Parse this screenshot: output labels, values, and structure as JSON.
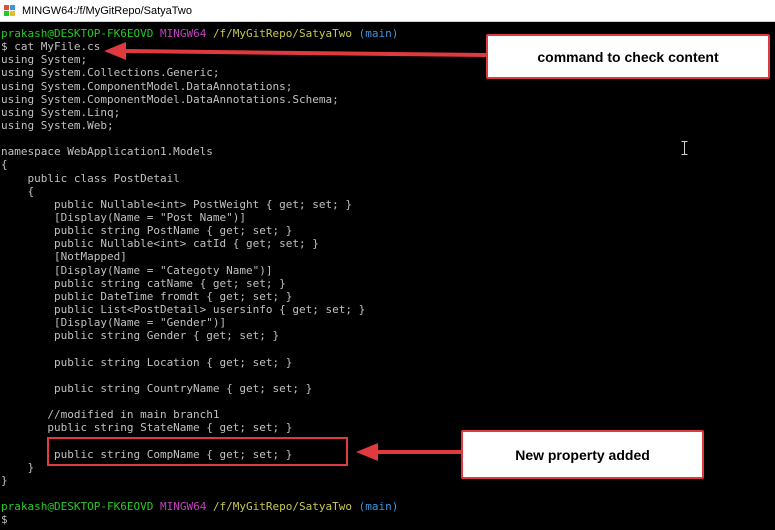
{
  "window": {
    "title": "MINGW64:/f/MyGitRepo/SatyaTwo"
  },
  "colors": {
    "prompt_user": "#26c926",
    "prompt_system": "#c040c0",
    "prompt_path": "#c8c850",
    "prompt_branch": "#3a96dd",
    "annotation": "#e0393e"
  },
  "prompt": {
    "user_host": "prakash@DESKTOP-FK6EOVD",
    "system": "MINGW64",
    "path": "/f/MyGitRepo/SatyaTwo",
    "branch": "(main)",
    "symbol": "$"
  },
  "command": "$ cat MyFile.cs",
  "output": [
    "using System;",
    "using System.Collections.Generic;",
    "using System.ComponentModel.DataAnnotations;",
    "using System.ComponentModel.DataAnnotations.Schema;",
    "using System.Linq;",
    "using System.Web;",
    "",
    "namespace WebApplication1.Models",
    "{",
    "    public class PostDetail",
    "    {",
    "        public Nullable<int> PostWeight { get; set; }",
    "        [Display(Name = \"Post Name\")]",
    "        public string PostName { get; set; }",
    "        public Nullable<int> catId { get; set; }",
    "        [NotMapped]",
    "        [Display(Name = \"Categoty Name\")]",
    "        public string catName { get; set; }",
    "        public DateTime fromdt { get; set; }",
    "        public List<PostDetail> usersinfo { get; set; }",
    "        [Display(Name = \"Gender\")]",
    "        public string Gender { get; set; }",
    "",
    "        public string Location { get; set; }",
    "",
    "        public string CountryName { get; set; }",
    "",
    "       //modified in main branch1",
    "       public string StateName { get; set; }",
    "",
    "        public string CompName { get; set; }",
    "    }",
    "}",
    ""
  ],
  "final_prompt_symbol": "$",
  "annotations": {
    "command_label": "command to check content",
    "property_label": "New property added"
  }
}
